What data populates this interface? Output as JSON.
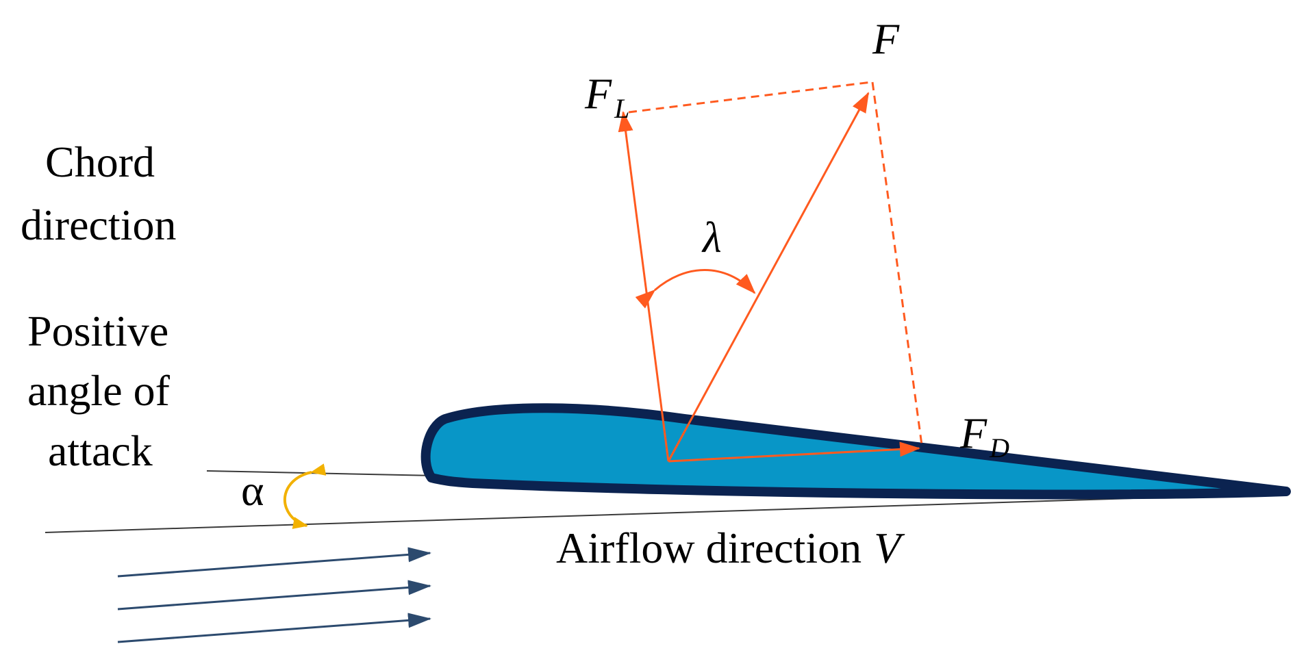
{
  "labels": {
    "chord_line1": "Chord",
    "chord_line2": "direction",
    "aoa_line1": "Positive",
    "aoa_line2": "angle of",
    "aoa_line3": "attack",
    "alpha": "α",
    "airflow": "Airflow direction",
    "airflow_symbol": "V",
    "resultant_force": "F",
    "lift_symbol": "F",
    "lift_subscript": "L",
    "drag_symbol": "F",
    "drag_subscript": "D",
    "lambda": "λ"
  },
  "colors": {
    "force_vectors": "#ff5a1f",
    "airfoil_fill": "#0896c7",
    "airfoil_outline": "#0b2350",
    "reference_lines": "#3a3a3a",
    "airflow_arrows": "#2c4a6e",
    "alpha_arc": "#f2b100"
  }
}
